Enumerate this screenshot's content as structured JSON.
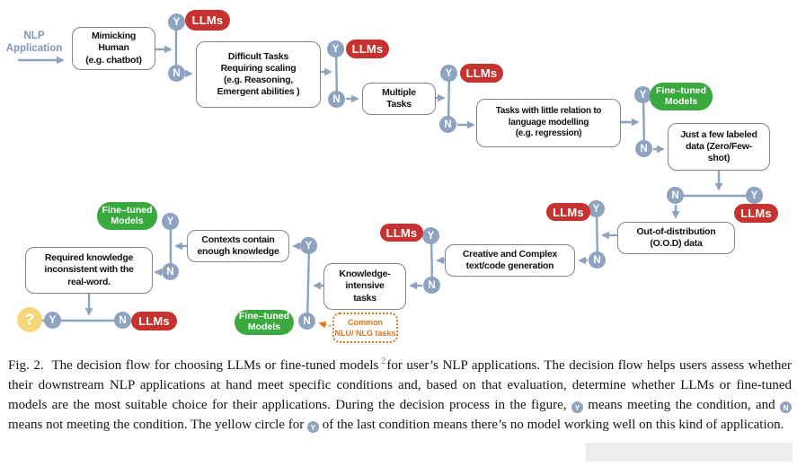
{
  "figure": {
    "start_label": "NLP\nApplication",
    "labels": {
      "yes": "Y",
      "no": "N",
      "question": "?"
    },
    "badges": {
      "llms": "LLMs",
      "fine_tuned": "Fine–tuned\nModels",
      "common_tasks": "Common\nNLU/ NLG tasks"
    },
    "boxes": {
      "mimicking": "Mimicking\nHuman\n(e.g. chatbot)",
      "difficult": "Difficult Tasks\nRequiring scaling\n(e.g. Reasoning,\nEmergent abilities )",
      "multiple": "Multiple\nTasks",
      "little_relation": "Tasks with little relation to\nlanguage modelling\n(e.g. regression)",
      "few_labeled": "Just a few labeled\ndata (Zero/Few-\nshot)",
      "ood": "Out-of-distribution\n(O.O.D) data",
      "creative": "Creative and Complex\ntext/code generation",
      "knowledge_intensive": "Knowledge-\nintensive\ntasks",
      "contexts": "Contexts contain\nenough knowledge",
      "required": "Required knowledge\ninconsistent with the\nreal-word."
    },
    "colors": {
      "connector": "#8da3c0",
      "llms_badge": "#c6322f",
      "fine_tuned_badge": "#3aaa3e",
      "question_circle": "#f6d67d",
      "common_tasks_note": "#e0761f",
      "footnote_marker": "#9b4f9b"
    }
  },
  "caption": {
    "fig_label": "Fig. 2.",
    "part1": "The decision flow for choosing LLMs or fine-tuned models",
    "footnote": "2",
    "part2": "for user’s NLP applications. The decision flow helps users assess whether their downstream NLP applications at hand meet specific conditions and, based on that evaluation, determine whether LLMs or fine-tuned models are the most suitable choice for their applications. During the decision process in the figure,",
    "part3": "means meeting the condition, and",
    "part4": "means not meeting the condition. The yellow circle for",
    "part5": "of the last condition means there’s no model working well on this kind of application."
  }
}
